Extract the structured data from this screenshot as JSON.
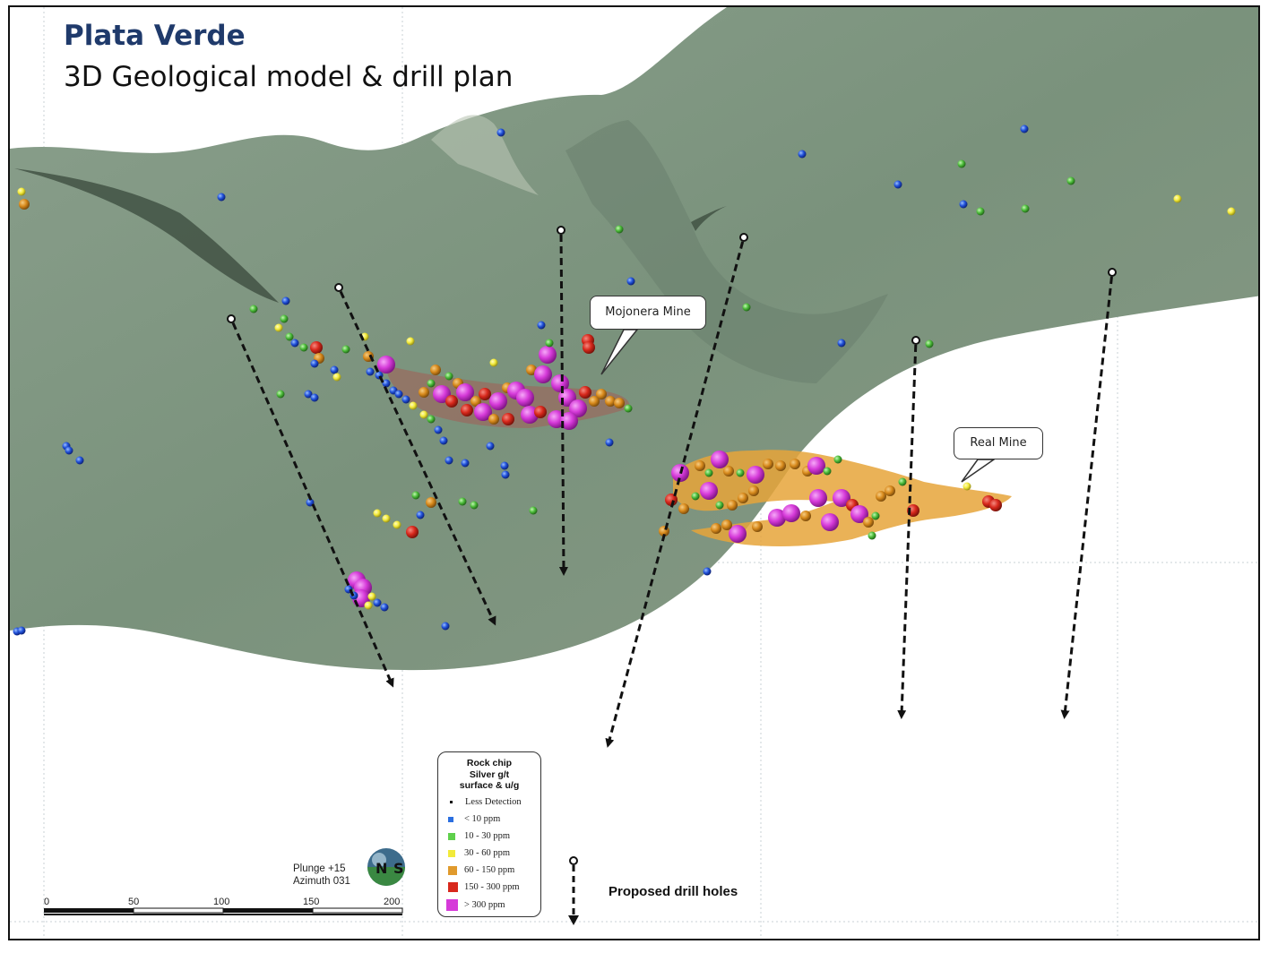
{
  "title": "Plata Verde",
  "subtitle": "3D Geological model & drill plan",
  "callouts": {
    "mojonera": "Mojonera Mine",
    "real": "Real Mine"
  },
  "legend": {
    "title_lines": [
      "Rock chip",
      "Silver g/t",
      "surface & u/g"
    ],
    "items": [
      {
        "label": "Less Detection",
        "color": "#111111"
      },
      {
        "label": "< 10 ppm",
        "color": "#2b6fe0"
      },
      {
        "label": "10 - 30 ppm",
        "color": "#5fd04c"
      },
      {
        "label": "30 - 60 ppm",
        "color": "#f2ea3a"
      },
      {
        "label": "60 - 150 ppm",
        "color": "#e09a2c"
      },
      {
        "label": "150 - 300 ppm",
        "color": "#d8281c"
      },
      {
        "label": "> 300 ppm",
        "color": "#d63ad9"
      }
    ]
  },
  "view": {
    "plunge": "Plunge +15",
    "azimuth": "Azimuth 031"
  },
  "compass_icon": "orientation-globe-icon",
  "proposed_label": "Proposed drill holes",
  "scale_bar": {
    "ticks": [
      "0",
      "50",
      "100",
      "150",
      "200"
    ]
  },
  "colors": {
    "title": "#1f3a6b",
    "terrain": "#7d9480",
    "ore_body": "#e6a43a",
    "drill_hole": "#111111"
  }
}
